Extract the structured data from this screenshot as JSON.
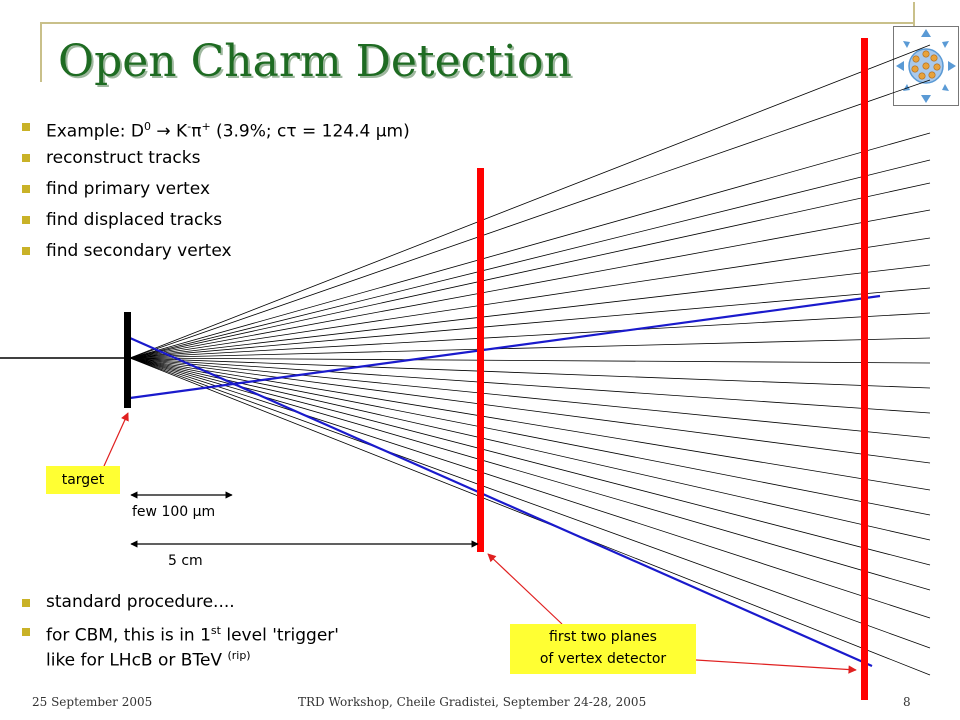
{
  "slide": {
    "title": "Open Charm Detection",
    "bullets_top": [
      {
        "pre": "Example: D",
        "sup1": "0",
        "arrow": " → ",
        "mid": "K",
        "sup2": "-",
        "pi": "π",
        "sup3": "+",
        "post": " (3.9%; cτ = 124.4 μm)"
      },
      {
        "text": "reconstruct tracks"
      },
      {
        "text": "find primary vertex"
      },
      {
        "text": "find displaced tracks"
      },
      {
        "text": "find secondary vertex"
      }
    ],
    "bullets_bottom": [
      {
        "text": "standard procedure...."
      },
      {
        "pre": "for CBM, this is in 1",
        "sup": "st",
        "post": " level 'trigger'",
        "line2": "like for LHcB or BTeV",
        "sup2": "(rip)"
      }
    ],
    "labels": {
      "target": "target",
      "few": "few 100 μm",
      "five_cm": "5 cm",
      "planes_line1": "first two planes",
      "planes_line2": "of vertex detector"
    },
    "footer": {
      "date": "25 September 2005",
      "event": "TRD Workshop, Cheile Gradistei, September 24-28, 2005",
      "page": "8"
    },
    "colors": {
      "title": "#1e6b22",
      "detector_plane": "#ff0000",
      "decay_track": "#1a1acc",
      "callout_bg": "#ffff33",
      "bullet": "#c9b227"
    },
    "icons": [
      "detector-logo-icon"
    ]
  }
}
